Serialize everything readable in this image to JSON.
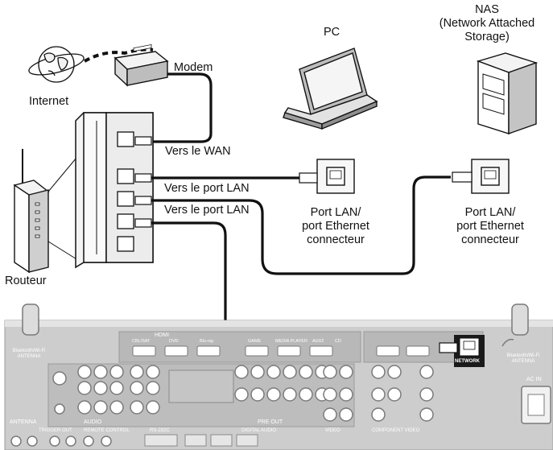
{
  "labels": {
    "modem": "Modem",
    "internet": "Internet",
    "router": "Routeur",
    "to_wan": "Vers le WAN",
    "to_lan_1": "Vers le port LAN",
    "to_lan_2": "Vers le port LAN",
    "pc": "PC",
    "nas_line1": "NAS",
    "nas_line2": "(Network Attached",
    "nas_line3": "Storage)",
    "pc_port_line1": "Port LAN/",
    "pc_port_line2": "port Ethernet",
    "pc_port_line3": "connecteur",
    "nas_port_line1": "Port LAN/",
    "nas_port_line2": "port Ethernet",
    "nas_port_line3": "connecteur",
    "network_jack": "NETWORK",
    "bt_antenna_left": "Bluetooth/Wi-Fi ANTENNA",
    "bt_antenna_right": "Bluetooth/Wi-Fi ANTENNA",
    "ac_in": "AC IN",
    "antenna": "ANTENNA",
    "hdmi": "HDMI",
    "pre_out": "PRE OUT",
    "audio": "AUDIO",
    "trigger_out": "TRIGGER OUT",
    "remote_control": "REMOTE CONTROL",
    "rs232c": "RS-232C",
    "digital_audio": "DIGITAL AUDIO",
    "video": "VIDEO",
    "component_video": "COMPONENT VIDEO",
    "hdmi_in_labels": [
      "CBL/SAT",
      "DVD",
      "Blu-ray",
      "GAME",
      "MEDIA PLAYER",
      "AUX2",
      "CD"
    ]
  },
  "colors": {
    "line": "#111111",
    "panel_gray": "#c9c9c9",
    "panel_dark": "#9a9a9a",
    "white": "#ffffff"
  },
  "icons": [
    "globe-icon",
    "modem-icon",
    "router-icon",
    "laptop-icon",
    "nas-icon",
    "lan-jack-icon",
    "ethernet-plug-icon",
    "antenna-icon"
  ]
}
